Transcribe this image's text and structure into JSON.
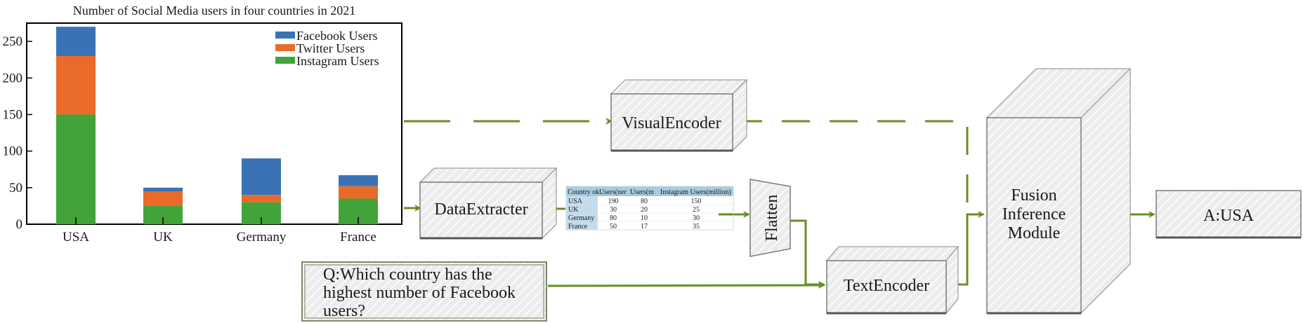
{
  "chart_data": {
    "type": "bar",
    "stacked": true,
    "title": "Number of Social Media users in four countries in 2021",
    "categories": [
      "USA",
      "UK",
      "Germany",
      "France"
    ],
    "ylim": [
      0,
      275
    ],
    "yticks": [
      0,
      50,
      100,
      150,
      200,
      250
    ],
    "legend_position": "top-right",
    "grid": false,
    "series": [
      {
        "name": "Instagram Users",
        "color": "#43a33b",
        "values": [
          150,
          25,
          30,
          35
        ]
      },
      {
        "name": "Twitter Users",
        "color": "#ea6a29",
        "values": [
          80,
          20,
          10,
          17
        ]
      },
      {
        "name": "Facebook Users",
        "color": "#3a73b5",
        "values": [
          40,
          5,
          50,
          15
        ]
      }
    ],
    "legend_order": [
      "Facebook Users",
      "Twitter Users",
      "Instagram Users"
    ]
  },
  "diagram": {
    "visual_encoder": "VisualEncoder",
    "data_extracter": "DataExtracter",
    "flatten": "Flatten",
    "text_encoder": "TextEncoder",
    "fusion_line1": "Fusion",
    "fusion_line2": "Inference",
    "fusion_line3": "Module",
    "answer": "A:USA",
    "question_line1": "Q:Which country has the",
    "question_line2": "highest number of Facebook",
    "question_line3": "users?",
    "arrow_color": "#6b8e23"
  },
  "table": {
    "header": [
      "Country ok",
      "Users(ner",
      "Users(m",
      "Instagram Users(million)"
    ],
    "rows": [
      [
        "USA",
        "190",
        "80",
        "150"
      ],
      [
        "UK",
        "30",
        "20",
        "25"
      ],
      [
        "Germany",
        "80",
        "10",
        "30"
      ],
      [
        "France",
        "50",
        "17",
        "35"
      ]
    ],
    "header_color": "#a7cbe0",
    "first_col_color": "#c3dced"
  }
}
